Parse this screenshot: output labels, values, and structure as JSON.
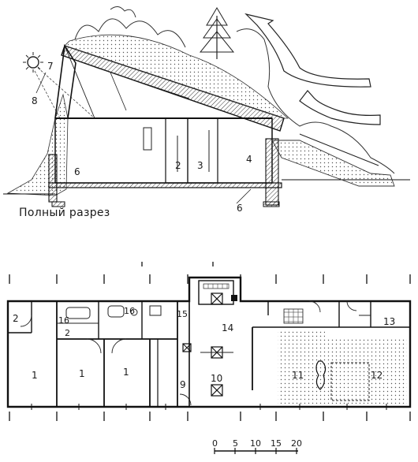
{
  "section": {
    "caption": "Полный разрез",
    "labels": [
      {
        "id": "sec-7",
        "text": "7"
      },
      {
        "id": "sec-8",
        "text": "8"
      },
      {
        "id": "sec-6a",
        "text": "6"
      },
      {
        "id": "sec-6b",
        "text": "6"
      },
      {
        "id": "sec-2",
        "text": "2"
      },
      {
        "id": "sec-3",
        "text": "3"
      },
      {
        "id": "sec-4",
        "text": "4"
      }
    ]
  },
  "plan": {
    "labels": [
      {
        "id": "p-2",
        "text": "2"
      },
      {
        "id": "p-16a",
        "text": "16"
      },
      {
        "id": "p-16b",
        "text": "16"
      },
      {
        "id": "p-15",
        "text": "15"
      },
      {
        "id": "p-14",
        "text": "14"
      },
      {
        "id": "p-13",
        "text": "13"
      },
      {
        "id": "p-2b",
        "text": "2"
      },
      {
        "id": "p-1a",
        "text": "1"
      },
      {
        "id": "p-1b",
        "text": "1"
      },
      {
        "id": "p-1c",
        "text": "1"
      },
      {
        "id": "p-9",
        "text": "9"
      },
      {
        "id": "p-10",
        "text": "10"
      },
      {
        "id": "p-11",
        "text": "11"
      },
      {
        "id": "p-12",
        "text": "12"
      }
    ]
  },
  "scale_bar": {
    "ticks": [
      "0",
      "5",
      "10",
      "15",
      "20"
    ]
  }
}
